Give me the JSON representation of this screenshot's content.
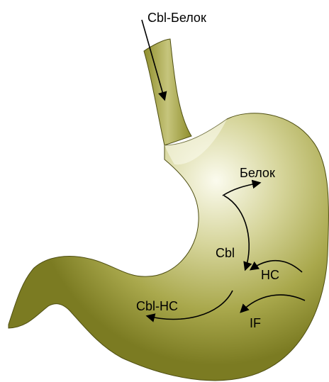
{
  "labels": {
    "cbl_protein_in": "Cbl-Белок",
    "protein": "Белок",
    "cbl": "Cbl",
    "hc": "HC",
    "cbl_hc": "Cbl-HC",
    "if": "IF"
  },
  "colors": {
    "organ_dark": "#7b7b22",
    "organ_mid": "#b7b65c",
    "organ_light": "#f6f6df",
    "outline": "#4e4e12",
    "arrow": "#000000"
  }
}
